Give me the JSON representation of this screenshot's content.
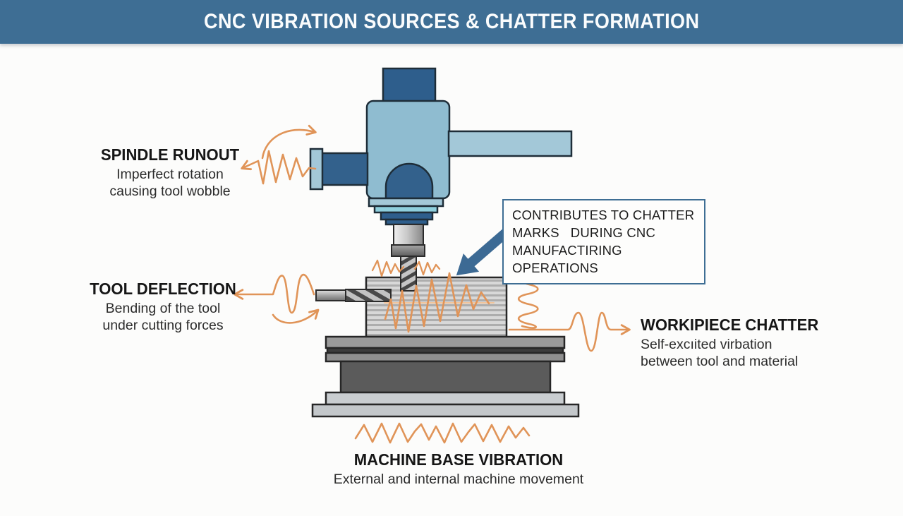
{
  "header": {
    "title": "CNC VIBRATION SOURCES & CHATTER FORMATION"
  },
  "labels": {
    "spindle_runout": {
      "heading": "SPINDLE RUNOUT",
      "lines": [
        "Imperfect rotation",
        "causing tool wobble"
      ]
    },
    "tool_deflection": {
      "heading": "TOOL DEFLECTION",
      "lines": [
        "Bending of the tool",
        "under cutting forces"
      ]
    },
    "workpiece_chatter": {
      "heading": "WORKIPIECE CHATTER",
      "lines": [
        "Self-excıited virbation",
        "between tool and material"
      ]
    },
    "machine_base_vibration": {
      "heading": "MACHINE BASE VIBRATION",
      "lines": [
        "External and internal machine movement"
      ]
    }
  },
  "callout": {
    "lines": [
      "CONTRIBUTES TO CHATTER",
      "MARKS   DURING CNC",
      "MANUFACTIRING OPERATIONS"
    ]
  },
  "colors": {
    "header_bg": "#3e6e94",
    "machine_light_blue": "#8fbcd0",
    "machine_lighter_blue": "#a3c8d8",
    "machine_dark_blue": "#2e5e8c",
    "machine_arm_blue": "#33618c",
    "collar_cyan": "#8ecfdd",
    "vibration_orange": "#e09458",
    "callout_arrow_blue": "#3c6a94",
    "metal_gray": "#9a9a9a",
    "base_dark_gray": "#5b5b5b",
    "base_light_gray": "#c9cdd0",
    "text_dark": "#1d1d1d"
  }
}
